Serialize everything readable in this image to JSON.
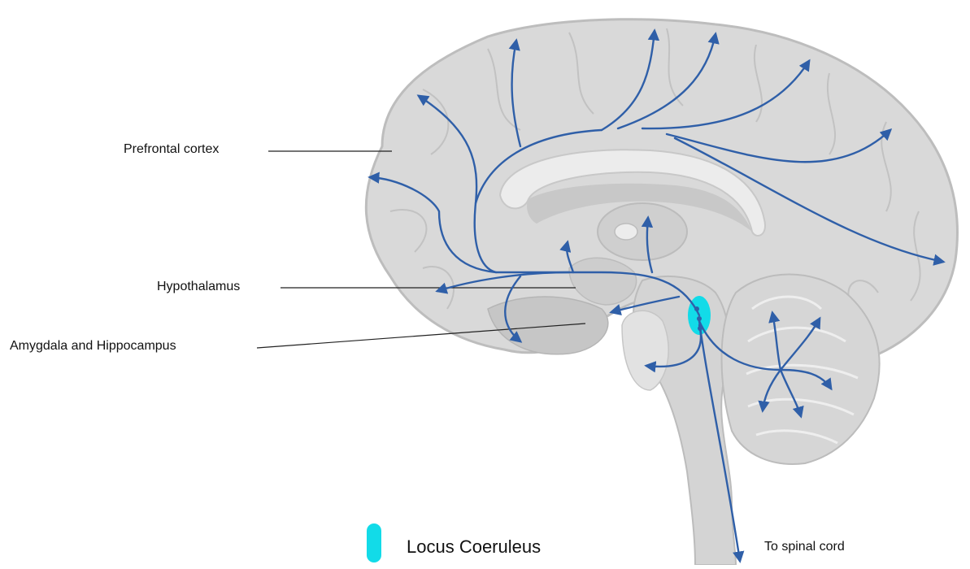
{
  "labels": {
    "prefrontal": "Prefrontal cortex",
    "hypothalamus": "Hypothalamus",
    "amygdala": "Amygdala and Hippocampus",
    "spinal": "To spinal cord"
  },
  "legend": {
    "label": "Locus Coeruleus",
    "color": "#12dbe8"
  },
  "colors": {
    "pathway": "#2f5fa8",
    "brain_outer": "#d9d9d9",
    "brain_stroke": "#bdbdbd",
    "brain_inner": "#c6c6c6",
    "brain_light": "#e6e6e6",
    "leader_line": "#222222"
  }
}
